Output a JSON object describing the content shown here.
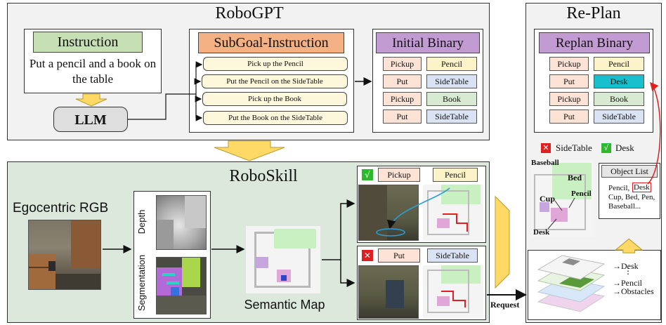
{
  "robogpt": {
    "title": "RoboGPT",
    "instruction_header": "Instruction",
    "instruction_text": "Put a pencil and a book on the table",
    "llm": "LLM",
    "subgoal_header": "SubGoal-Instruction",
    "subgoals": [
      "Pick up the Pencil",
      "Put the Pencil on the SideTable",
      "Pick up the Book",
      "Put the Book on the SideTable"
    ],
    "initial_header": "Initial Binary",
    "initial_rows": [
      {
        "action": "Pickup",
        "object": "Pencil"
      },
      {
        "action": "Put",
        "object": "SideTable"
      },
      {
        "action": "Pickup",
        "object": "Book"
      },
      {
        "action": "Put",
        "object": "SideTable"
      }
    ]
  },
  "replan": {
    "title": "Re-Plan",
    "header": "Replan Binary",
    "rows": [
      {
        "action": "Pickup",
        "object": "Pencil"
      },
      {
        "action": "Put",
        "object": "Desk"
      },
      {
        "action": "Pickup",
        "object": "Book"
      },
      {
        "action": "Put",
        "object": "SideTable"
      }
    ],
    "fail_label": "SideTable",
    "ok_label": "Desk",
    "map_labels": [
      "Baseball",
      "Bed",
      "Cup",
      "Pencil",
      "Desk"
    ],
    "object_list_header": "Object List",
    "object_list_first": "Pencil,",
    "object_list_highlight": "Desk",
    "object_list_rest": [
      "Cup, Bed, Pen,",
      "Baseball..."
    ],
    "layers": [
      "Desk",
      "Pencil",
      "Obstacles"
    ]
  },
  "roboskill": {
    "title": "RoboSkill",
    "ego_label": "Egocentric RGB",
    "depth_label": "Depth",
    "seg_label": "Segmentation",
    "semantic_map_label": "Semantic Map",
    "top_mark": "√",
    "top_action": "Pickup",
    "top_object": "Pencil",
    "bottom_mark": "✕",
    "bottom_action": "Put",
    "bottom_object": "SideTable",
    "request_label": "Request"
  },
  "colors": {
    "panel_gray": "#f2f2f2",
    "panel_green": "#dce8dc",
    "instruction_green": "#c6e0b4",
    "subgoal_orange": "#f4b183",
    "binary_purple": "#c39bd3",
    "action_pink": "#fde3d6",
    "object_yellow": "#fdf3c8",
    "object_blue": "#dae3f3",
    "object_green": "#d9ead3",
    "desk_cyan": "#17c0cc",
    "arrow_yellow": "#ffd966",
    "fail_red": "#e02020",
    "ok_green": "#2eb82e"
  }
}
